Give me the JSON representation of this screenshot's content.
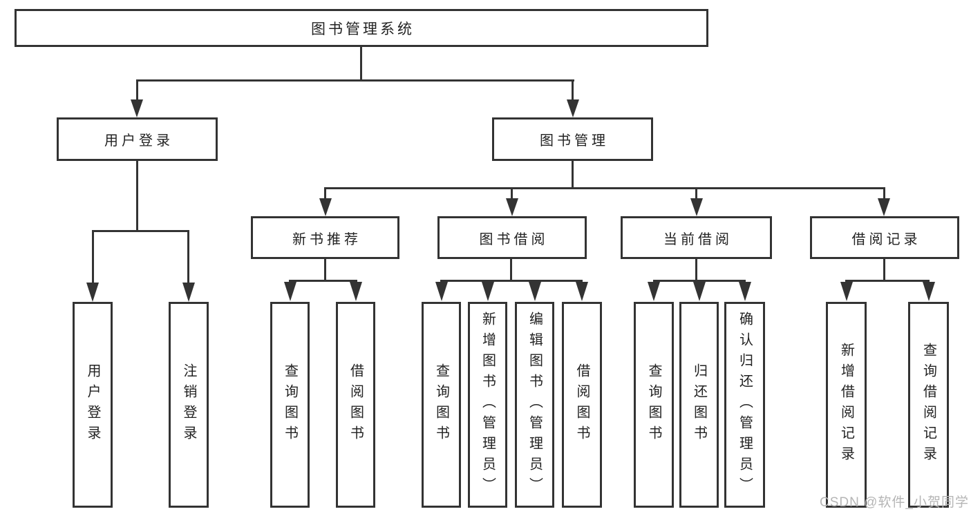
{
  "nodes": {
    "root": {
      "label": "图书管理系统"
    },
    "user_login": {
      "label": "用户登录"
    },
    "book_mgmt": {
      "label": "图书管理"
    },
    "new_books": {
      "label": "新书推荐"
    },
    "book_borrow": {
      "label": "图书借阅"
    },
    "current_borrow": {
      "label": "当前借阅"
    },
    "borrow_records": {
      "label": "借阅记录"
    }
  },
  "leaves": [
    {
      "parent": "用户登录",
      "label": "用户登录"
    },
    {
      "parent": "用户登录",
      "label": "注销登录"
    },
    {
      "parent": "新书推荐",
      "label": "查询图书"
    },
    {
      "parent": "新书推荐",
      "label": "借阅图书"
    },
    {
      "parent": "图书借阅",
      "label": "查询图书"
    },
    {
      "parent": "图书借阅",
      "label": "新增图书（管理员）"
    },
    {
      "parent": "图书借阅",
      "label": "编辑图书（管理员）"
    },
    {
      "parent": "图书借阅",
      "label": "借阅图书"
    },
    {
      "parent": "当前借阅",
      "label": "查询图书"
    },
    {
      "parent": "当前借阅",
      "label": "归还图书"
    },
    {
      "parent": "当前借阅",
      "label": "确认归还（管理员）"
    },
    {
      "parent": "借阅记录",
      "label": "新增借阅记录"
    },
    {
      "parent": "借阅记录",
      "label": "查询借阅记录"
    }
  ],
  "watermark": {
    "text": "CSDN @软件_小贺同学"
  },
  "colors": {
    "line": "#333333",
    "text": "#222222",
    "watermark": "#b5b5b5",
    "background": "#ffffff"
  }
}
